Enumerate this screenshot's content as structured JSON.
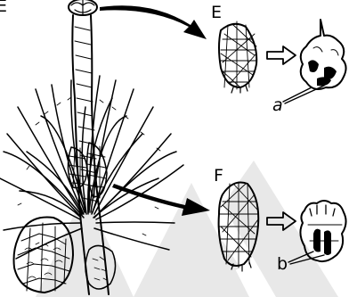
{
  "labels": {
    "top_left": "E",
    "label_E": "E",
    "label_F": "F",
    "label_a": "a",
    "label_b": "b"
  },
  "colors": {
    "ink": "#000000",
    "watermark": "#e6e6e6",
    "background": "#ffffff"
  }
}
